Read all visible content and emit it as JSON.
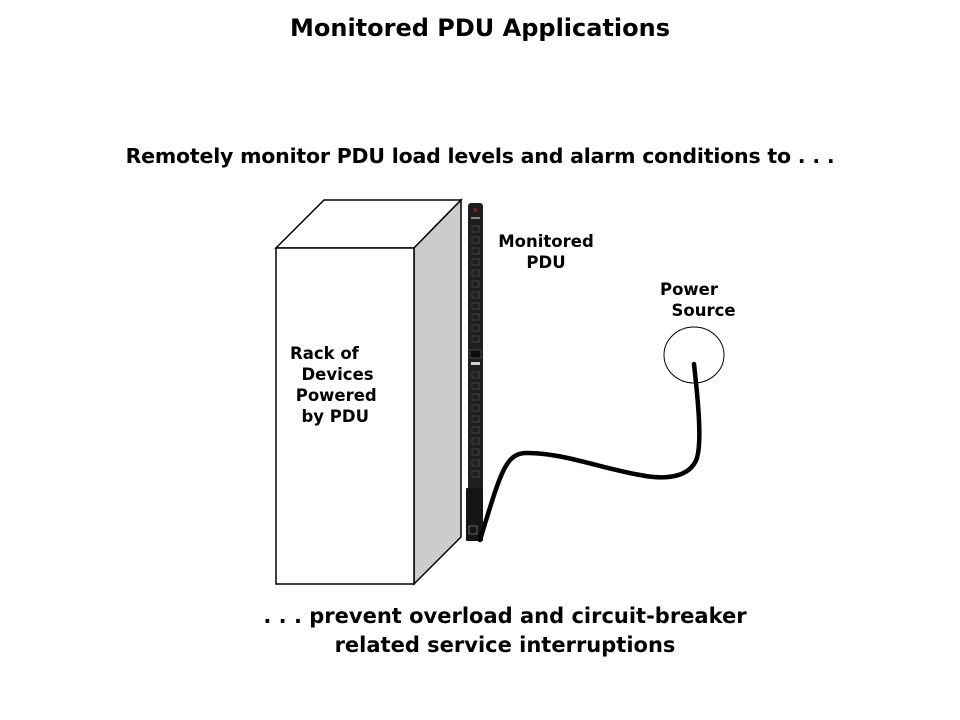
{
  "slide": {
    "title": "Monitored PDU Applications",
    "subtitle": "Remotely monitor PDU load levels and alarm conditions to . . .",
    "conclusion_line1": ". . . prevent overload and circuit-breaker",
    "conclusion_line2": "related service interruptions"
  },
  "diagram": {
    "rack_label_lines": [
      "Rack of",
      "  Devices",
      " Powered",
      "  by PDU"
    ],
    "pdu_label_lines": [
      "Monitored",
      "PDU"
    ],
    "power_source_label_lines": [
      "Power",
      "  Source"
    ],
    "colors": {
      "rack_front": "#ffffff",
      "rack_side": "#cccccc",
      "outline": "#000000",
      "pdu_body": "#1e1e1e",
      "pdu_outlet": "#4a4a4a",
      "cable": "#000000"
    }
  }
}
